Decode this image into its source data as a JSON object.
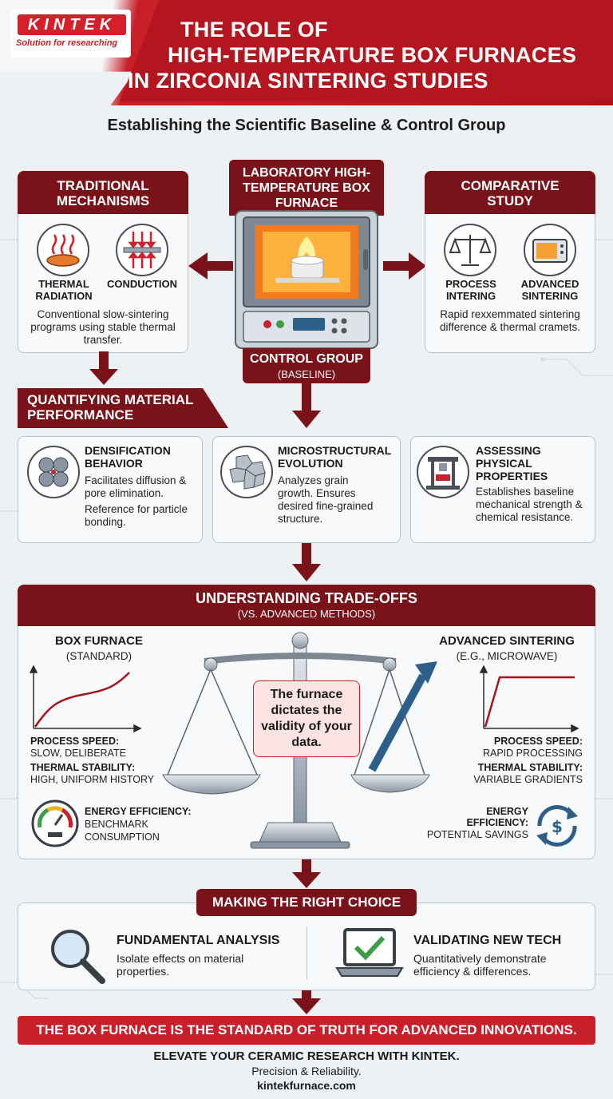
{
  "brand": {
    "logo": "KINTEK",
    "tagline": "Solution for researching"
  },
  "title": {
    "line1": "THE ROLE OF",
    "line2": "HIGH-TEMPERATURE BOX FURNACES",
    "line3": "IN ZIRCONIA SINTERING STUDIES"
  },
  "subtitle": "Establishing the Scientific Baseline & Control Group",
  "traditional": {
    "heading": "TRADITIONAL MECHANISMS",
    "item1": "THERMAL RADIATION",
    "item2": "CONDUCTION",
    "desc": "Conventional slow-sintering programs using stable thermal transfer."
  },
  "furnace": {
    "heading": "LABORATORY HIGH-TEMPERATURE BOX FURNACE",
    "control_line1": "CONTROL GROUP",
    "control_line2": "(BASELINE)"
  },
  "comparative": {
    "heading": "COMPARATIVE STUDY",
    "item1": "PROCESS INTERING",
    "item2": "ADVANCED SINTERING",
    "desc": "Rapid rexxemmated sintering difference & thermal cramets."
  },
  "quantifying": {
    "heading": "QUANTIFYING MATERIAL PERFORMANCE",
    "cards": [
      {
        "title": "DENSIFICATION BEHAVIOR",
        "text1": "Facilitates diffusion & pore elimination.",
        "text2": "Reference for particle bonding."
      },
      {
        "title": "MICROSTRUCTURAL EVOLUTION",
        "text1": "Analyzes grain growth. Ensures desired fine-grained structure.",
        "text2": ""
      },
      {
        "title": "ASSESSING PHYSICAL PROPERTIES",
        "text1": "Establishes baseline mechanical strength & chemical resistance.",
        "text2": ""
      }
    ]
  },
  "tradeoffs": {
    "heading": "UNDERSTANDING TRADE-OFFS",
    "subheading": "(VS. ADVANCED METHODS)",
    "left_title": "BOX FURNACE",
    "left_sub": "(STANDARD)",
    "left_speed_label": "PROCESS SPEED:",
    "left_speed_value": "SLOW, DELIBERATE",
    "left_stability_label": "THERMAL STABILITY:",
    "left_stability_value": "HIGH, UNIFORM HISTORY",
    "left_energy_label": "ENERGY EFFICIENCY:",
    "left_energy_value": "BENCHMARK CONSUMPTION",
    "center_note": "The furnace dictates the validity of your data.",
    "right_title": "ADVANCED SINTERING",
    "right_sub": "(E.G., MICROWAVE)",
    "right_speed_label": "PROCESS SPEED:",
    "right_speed_value": "RAPID PROCESSING",
    "right_stability_label": "THERMAL STABILITY:",
    "right_stability_value": "VARIABLE GRADIENTS",
    "right_energy_label1": "ENERGY",
    "right_energy_label2": "EFFICIENCY:",
    "right_energy_value": "POTENTIAL SAVINGS"
  },
  "choice": {
    "heading": "MAKING THE RIGHT CHOICE",
    "left_title": "FUNDAMENTAL ANALYSIS",
    "left_text": "Isolate effects on material properties.",
    "right_title": "VALIDATING NEW TECH",
    "right_text": "Quantitatively demonstrate efficiency & differences."
  },
  "banner": "THE BOX FURNACE IS THE STANDARD OF TRUTH FOR ADVANCED INNOVATIONS.",
  "footer": {
    "line1": "ELEVATE YOUR CERAMIC RESEARCH WITH KINTEK.",
    "line2": "Precision & Reliability.",
    "line3": "kintekfurnace.com"
  },
  "colors": {
    "brand_red": "#c8202a",
    "dark_red": "#7a1219",
    "card_bg": "#f7f9fb",
    "steel": "#8a96a3"
  }
}
